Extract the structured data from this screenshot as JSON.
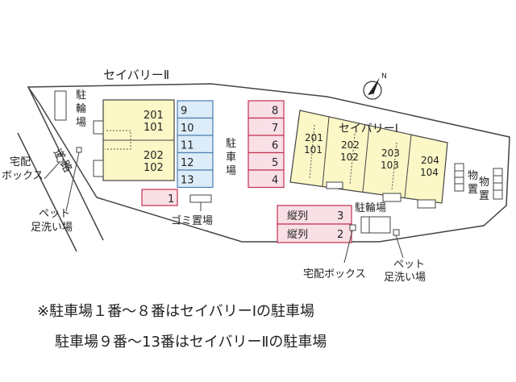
{
  "title": "セイバリーⅡ",
  "compass_label": "N",
  "road_label": "道路",
  "bike_parking_left": "駐輪場",
  "bike_parking_right": "駐輪場",
  "parking_label": "駐車場",
  "garbage_label": "ゴミ置場",
  "building_1_name": "セイバリーⅠ",
  "delivery_box_left": [
    "宅配",
    "ボックス"
  ],
  "delivery_box_right": "宅配ボックス",
  "pet_wash_left": [
    "ペット",
    "足洗い場"
  ],
  "pet_wash_right": [
    "ペット",
    "足洗い場"
  ],
  "storage_label": "物置",
  "building_2_units": [
    {
      "upper": "201",
      "lower": "101"
    },
    {
      "upper": "202",
      "lower": "102"
    }
  ],
  "building_1_units": [
    {
      "upper": "201",
      "lower": "101"
    },
    {
      "upper": "202",
      "lower": "102"
    },
    {
      "upper": "203",
      "lower": "103"
    },
    {
      "upper": "204",
      "lower": "104"
    }
  ],
  "parking_blue": [
    "9",
    "10",
    "11",
    "12",
    "13"
  ],
  "parking_pink": [
    "8",
    "7",
    "6",
    "5",
    "4"
  ],
  "parking_1": "1",
  "tandem_rows": [
    {
      "label": "縦列",
      "number": "3"
    },
    {
      "label": "縦列",
      "number": "2"
    }
  ],
  "notes": [
    "※駐車場１番～８番はセイバリーⅠの駐車場",
    "駐車場９番～13番はセイバリーⅡの駐車場"
  ],
  "colors": {
    "building": "#fbf7c6",
    "parking_blue": "#dcecf8",
    "parking_pink": "#f9dfe6",
    "outline": "#444444"
  }
}
